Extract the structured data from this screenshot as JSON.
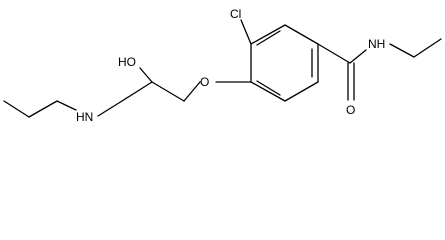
{
  "atoms": {
    "chlorine": "Cl",
    "ether_oxygen": "O",
    "hydroxyl": "HO",
    "carbonyl_oxygen": "O",
    "amide_nitrogen": "NH",
    "amine_nitrogen": "HN"
  },
  "colors": {
    "ink": "#000000",
    "background": "#ffffff"
  }
}
